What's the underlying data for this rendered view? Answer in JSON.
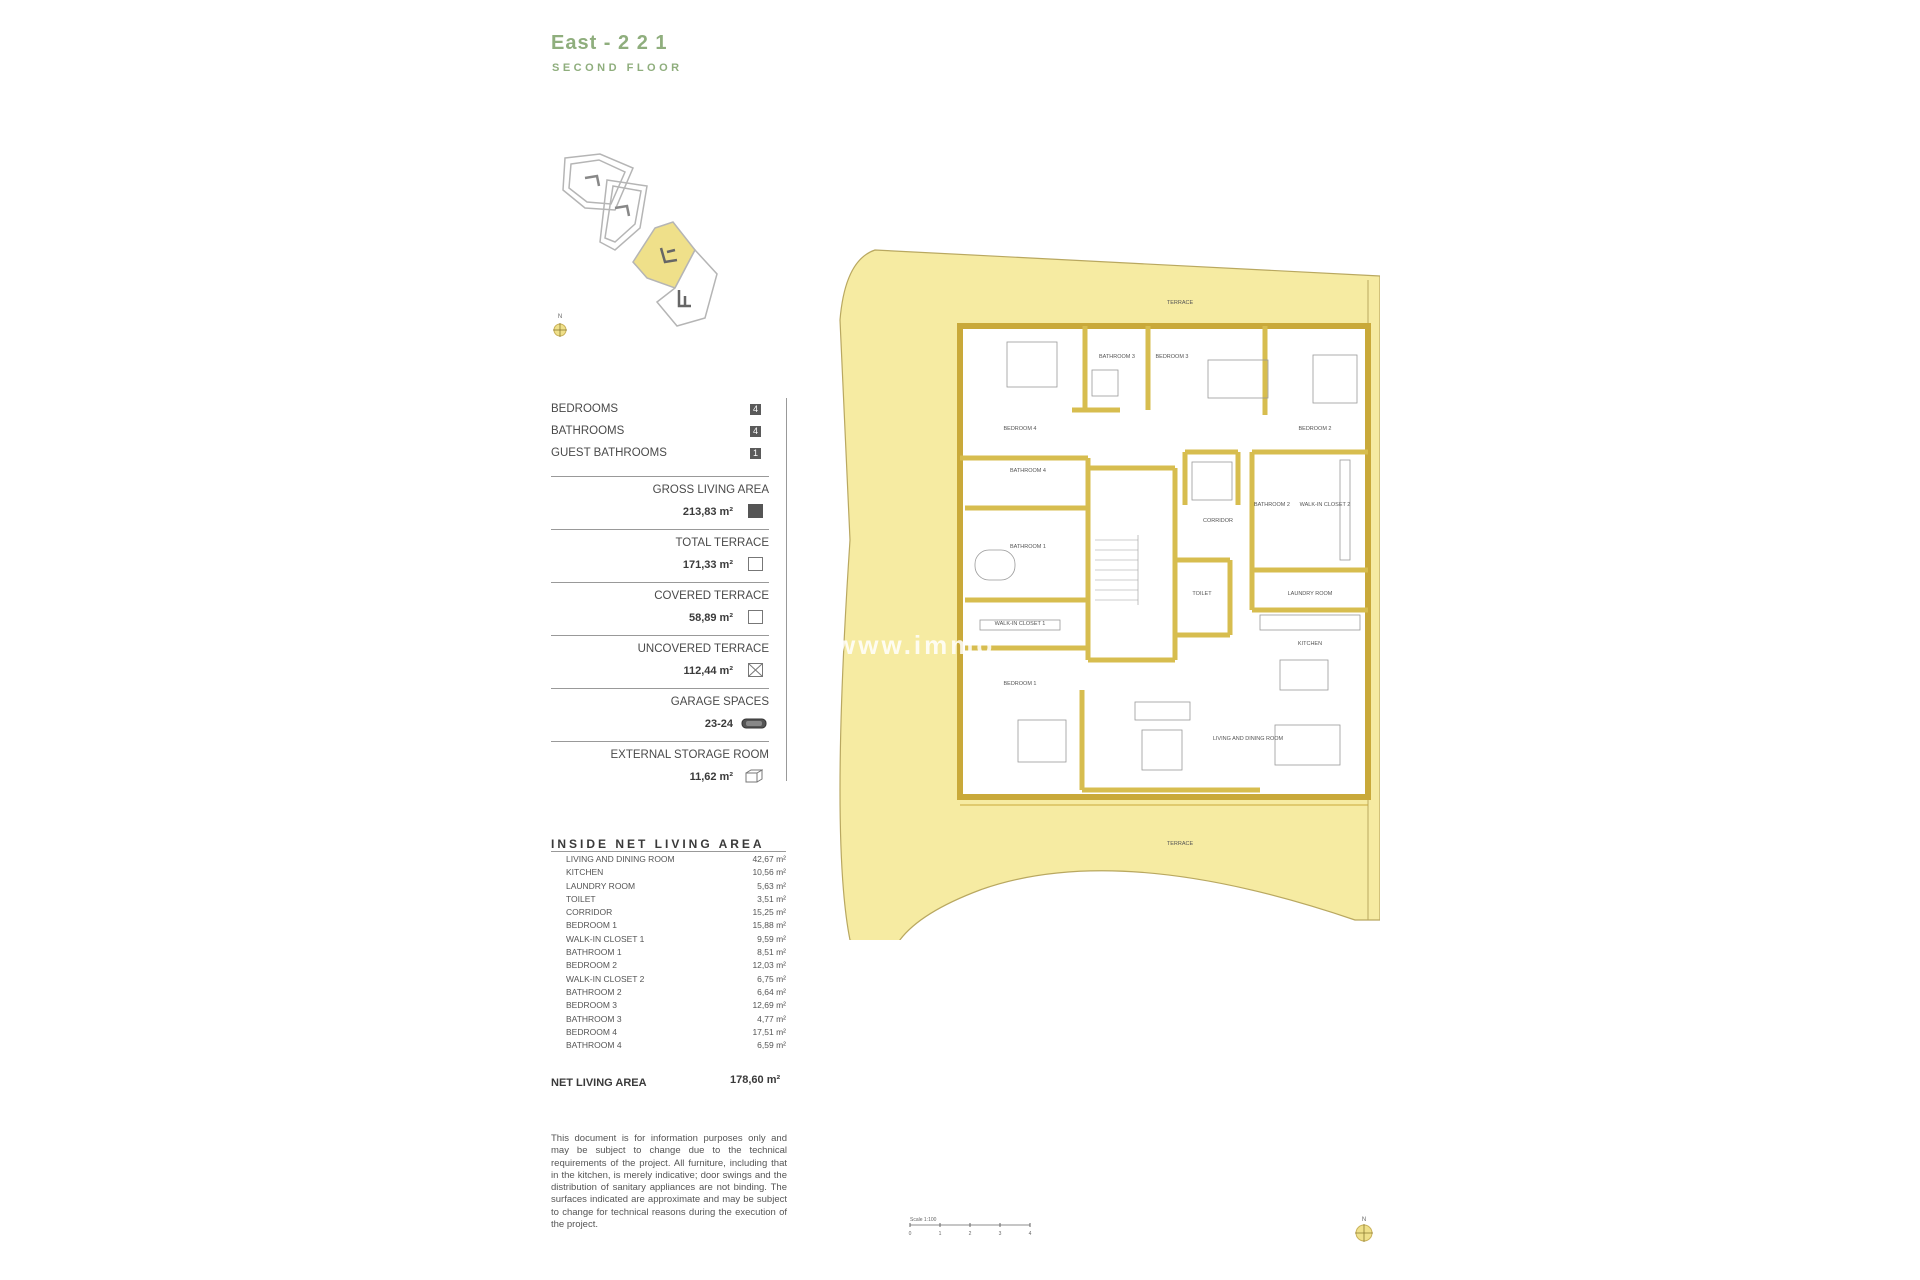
{
  "header": {
    "title": "East - 2 2 1",
    "subtitle": "SECOND FLOOR"
  },
  "compass_label": "N",
  "counts": [
    {
      "label": "BEDROOMS",
      "value": "4"
    },
    {
      "label": "BATHROOMS",
      "value": "4"
    },
    {
      "label": "GUEST BATHROOMS",
      "value": "1"
    }
  ],
  "areas": [
    {
      "label": "GROSS LIVING AREA",
      "value": "213,83 m²",
      "icon": "filled-square-icon"
    },
    {
      "label": "TOTAL TERRACE",
      "value": "171,33 m²",
      "icon": "outline-square-icon"
    },
    {
      "label": "COVERED TERRACE",
      "value": "58,89 m²",
      "icon": "outline-square-icon"
    },
    {
      "label": "UNCOVERED TERRACE",
      "value": "112,44 m²",
      "icon": "crossed-square-icon"
    },
    {
      "label": "GARAGE SPACES",
      "value": "23-24",
      "icon": "car-icon"
    },
    {
      "label": "EXTERNAL STORAGE ROOM",
      "value": "11,62 m²",
      "icon": "box-icon"
    }
  ],
  "net_living": {
    "title": "INSIDE NET LIVING AREA",
    "rows": [
      {
        "label": "LIVING AND DINING ROOM",
        "value": "42,67 m²"
      },
      {
        "label": "KITCHEN",
        "value": "10,56 m²"
      },
      {
        "label": "LAUNDRY ROOM",
        "value": "5,63 m²"
      },
      {
        "label": "TOILET",
        "value": "3,51 m²"
      },
      {
        "label": "CORRIDOR",
        "value": "15,25 m²"
      },
      {
        "label": "BEDROOM 1",
        "value": "15,88 m²"
      },
      {
        "label": "WALK-IN CLOSET 1",
        "value": "9,59 m²"
      },
      {
        "label": "BATHROOM 1",
        "value": "8,51 m²"
      },
      {
        "label": "BEDROOM 2",
        "value": "12,03 m²"
      },
      {
        "label": "WALK-IN CLOSET 2",
        "value": "6,75 m²"
      },
      {
        "label": "BATHROOM 2",
        "value": "6,64 m²"
      },
      {
        "label": "BEDROOM 3",
        "value": "12,69 m²"
      },
      {
        "label": "BATHROOM 3",
        "value": "4,77 m²"
      },
      {
        "label": "BEDROOM 4",
        "value": "17,51 m²"
      },
      {
        "label": "BATHROOM 4",
        "value": "6,59 m²"
      }
    ],
    "total_label": "NET LIVING AREA",
    "total_value": "178,60 m²"
  },
  "disclaimer": "This document is for information purposes only and may be subject to change due to the technical requirements of the project. All furniture, including that in the kitchen, is merely indicative; door swings and the distribution of sanitary appliances are not binding. The surfaces indicated are approximate and may be subject to change for technical reasons during the execution of the project.",
  "plan_labels": {
    "terrace_top": "TERRACE",
    "terrace_bottom": "TERRACE",
    "bedroom4": "BEDROOM 4",
    "bathroom3": "BATHROOM 3",
    "bedroom3": "BEDROOM 3",
    "bedroom2": "BEDROOM 2",
    "bathroom4": "BATHROOM 4",
    "bathroom1": "BATHROOM 1",
    "corridor": "CORRIDOR",
    "bathroom2": "BATHROOM 2",
    "walkin2": "WALK-IN CLOSET 2",
    "toilet": "TOILET",
    "laundry": "LAUNDRY ROOM",
    "walkin1": "WALK-IN CLOSET 1",
    "kitchen": "KITCHEN",
    "bedroom1": "BEDROOM 1",
    "living": "LIVING AND DINING ROOM"
  },
  "scale": {
    "label": "Scale 1:100",
    "ticks": [
      "0",
      "1",
      "2",
      "3",
      "4"
    ]
  },
  "watermark": "www.immo",
  "colors": {
    "accent": "#8fae7d",
    "terrace": "#f6eba2",
    "wall": "#d9c15a",
    "highlight": "#efe08a"
  }
}
